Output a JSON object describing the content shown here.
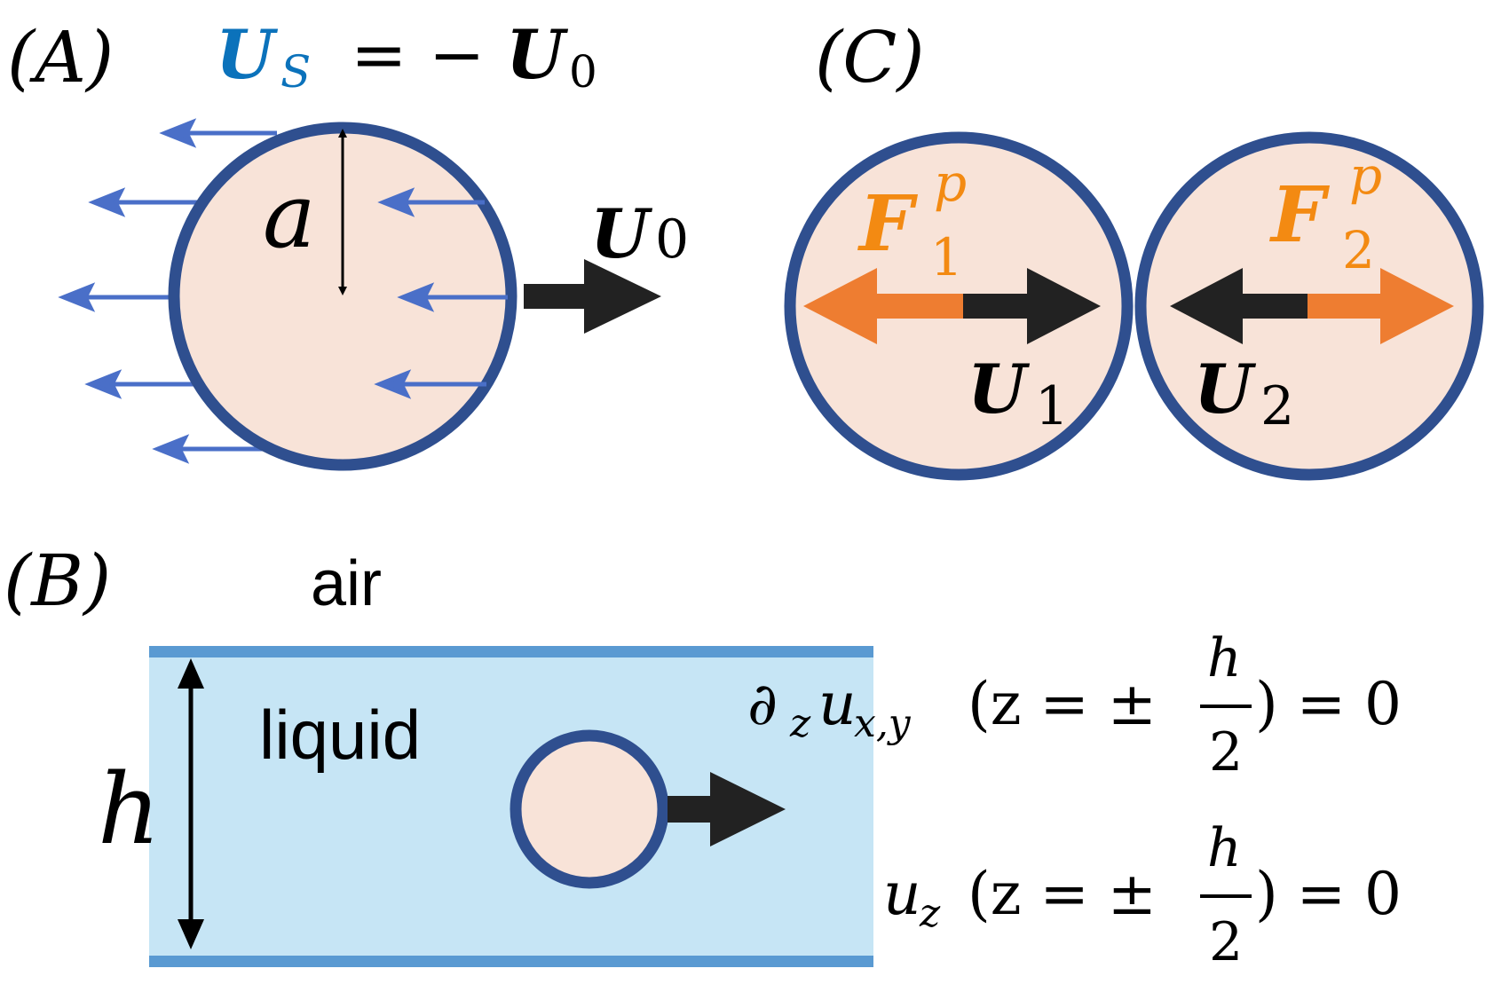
{
  "panel_a": {
    "label": "(A)",
    "slip_symbol": "U",
    "slip_subscript": "S",
    "slip_relation": "= −",
    "velocity_symbol": "U",
    "velocity_subscript": "0",
    "radius_symbol": "a"
  },
  "panel_b": {
    "label": "(B)",
    "top_medium": "air",
    "film_medium": "liquid",
    "thickness_symbol": "h",
    "bc1": {
      "left": "∂",
      "left_sub": "z",
      "var": "u",
      "var_sub": "x,y",
      "middle": "(z = ±",
      "num": "h",
      "den": "2",
      "right": ") = 0"
    },
    "bc2": {
      "var": "u",
      "var_sub": "z",
      "middle": "(z = ±",
      "num": "h",
      "den": "2",
      "right": ") = 0"
    }
  },
  "panel_c": {
    "label": "(C)",
    "force_symbol": "F",
    "force_superscript": "p",
    "particle1_index": "1",
    "particle2_index": "2",
    "velocity_symbol": "U"
  },
  "colors": {
    "particle_fill": "#f8e3d8",
    "particle_stroke": "#2f4f8f",
    "slip_blue": "#0b72bb",
    "flow_arrow": "#4a6fc8",
    "force_orange": "#ee7d31",
    "force_text": "#f38a12",
    "liquid_fill": "#c6e5f5",
    "film_edge": "#5a9ad2",
    "velocity_arrow": "#222222"
  }
}
